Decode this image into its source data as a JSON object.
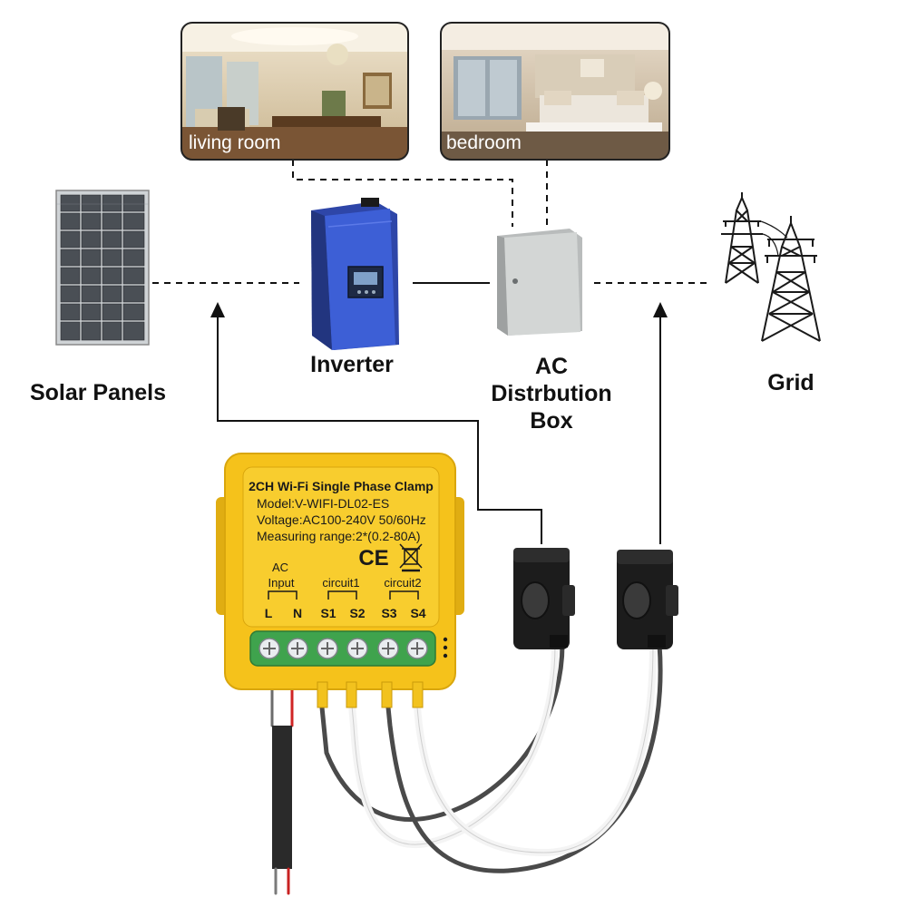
{
  "rooms": [
    {
      "label": "living room"
    },
    {
      "label": "bedroom"
    }
  ],
  "labels": {
    "solar_panels": "Solar Panels",
    "inverter": "Inverter",
    "ac_box_line1": "AC",
    "ac_box_line2": "Distrbution",
    "ac_box_line3": "Box",
    "grid": "Grid"
  },
  "device": {
    "title": "2CH Wi-Fi Single Phase Clamp",
    "model": "Model:V-WIFI-DL02-ES",
    "voltage": "Voltage:AC100-240V 50/60Hz",
    "range": "Measuring range:2*(0.2-80A)",
    "ce_mark": "CE",
    "ac_label": "AC",
    "input_label": "Input",
    "circuit1": "circuit1",
    "circuit2": "circuit2",
    "terminals": [
      "L",
      "N",
      "S1",
      "S2",
      "S3",
      "S4"
    ]
  },
  "colors": {
    "device_body": "#f5c21b",
    "terminal_block": "#3fa34d",
    "inverter_blue": "#3d5fd6",
    "clamp_black": "#1c1c1c"
  }
}
